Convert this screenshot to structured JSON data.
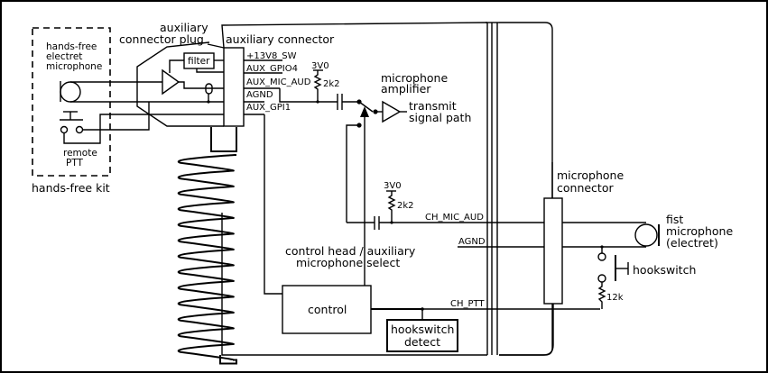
{
  "diagram": {
    "title": "Microphone signal routing: hands-free kit, auxiliary connector and fist microphone",
    "hands_free_kit": {
      "label": "hands-free kit",
      "mic_label_lines": [
        "hands-free",
        "electret",
        "microphone"
      ],
      "ptt_label_lines": [
        "remote",
        "PTT"
      ]
    },
    "aux_plug": {
      "label_lines": [
        "auxiliary",
        "connector plug"
      ],
      "filter_label": "filter"
    },
    "aux_connector": {
      "label": "auxiliary connector",
      "pins": [
        "+13V8_SW",
        "AUX_GPIO4",
        "AUX_MIC_AUD",
        "AGND",
        "AUX_GPI1"
      ]
    },
    "bias_top": {
      "supply": "3V0",
      "resistor": "2k2"
    },
    "bias_bottom": {
      "supply": "3V0",
      "resistor": "2k2"
    },
    "mic_amp": {
      "label_lines": [
        "microphone",
        "amplifier"
      ],
      "output_lines": [
        "transmit",
        "signal path"
      ]
    },
    "select": {
      "label_lines": [
        "control head / auxiliary",
        "microphone select"
      ]
    },
    "control_label": "control",
    "hookswitch_detect_lines": [
      "hookswitch",
      "detect"
    ],
    "signals": {
      "ch_mic_aud": "CH_MIC_AUD",
      "agnd": "AGND",
      "ch_ptt": "CH_PTT"
    },
    "mic_connector": {
      "label_lines": [
        "microphone",
        "connector"
      ]
    },
    "fist_mic": {
      "label_lines": [
        "fist",
        "microphone",
        "(electret)"
      ],
      "hookswitch_label": "hookswitch",
      "resistor": "12k"
    }
  }
}
